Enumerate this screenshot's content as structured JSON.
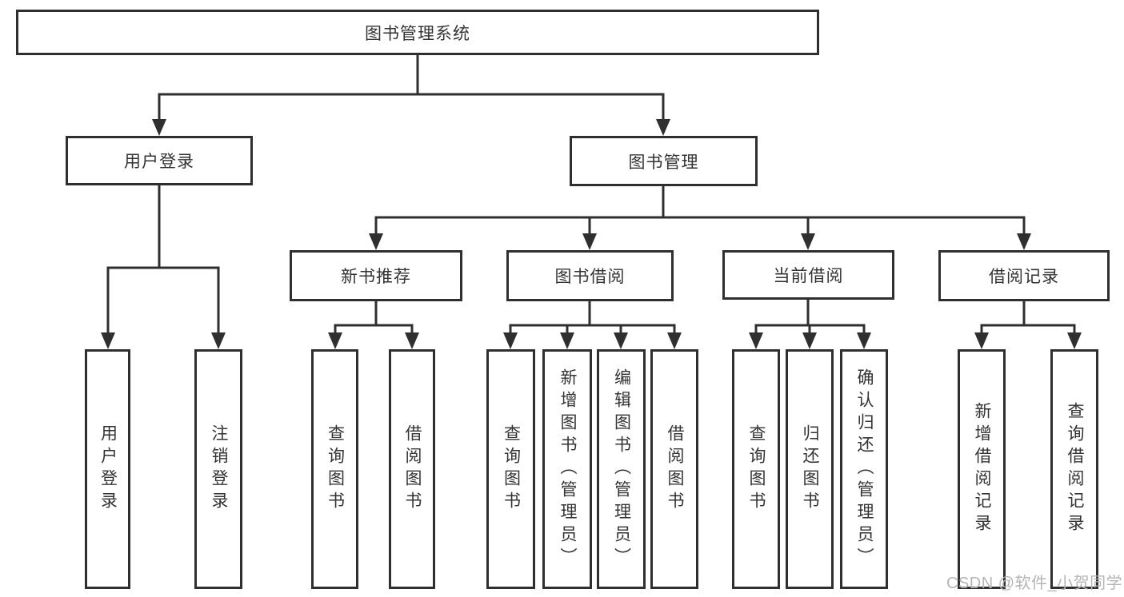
{
  "tree": {
    "label": "图书管理系统",
    "children": [
      {
        "label": "用户登录",
        "children": [
          {
            "label": "用户登录"
          },
          {
            "label": "注销登录"
          }
        ]
      },
      {
        "label": "图书管理",
        "children": [
          {
            "label": "新书推荐",
            "children": [
              {
                "label": "查询图书"
              },
              {
                "label": "借阅图书"
              }
            ]
          },
          {
            "label": "图书借阅",
            "children": [
              {
                "label": "查询图书"
              },
              {
                "label": "新增图书（管理员）"
              },
              {
                "label": "编辑图书（管理员）"
              },
              {
                "label": "借阅图书"
              }
            ]
          },
          {
            "label": "当前借阅",
            "children": [
              {
                "label": "查询图书"
              },
              {
                "label": "归还图书"
              },
              {
                "label": "确认归还（管理员）"
              }
            ]
          },
          {
            "label": "借阅记录",
            "children": [
              {
                "label": "新增借阅记录"
              },
              {
                "label": "查询借阅记录"
              }
            ]
          }
        ]
      }
    ]
  },
  "watermark": "CSDN @软件_小贺同学",
  "colors": {
    "line": "#2f2f2f",
    "text": "#333333",
    "watermark": "#b5b5b5"
  }
}
